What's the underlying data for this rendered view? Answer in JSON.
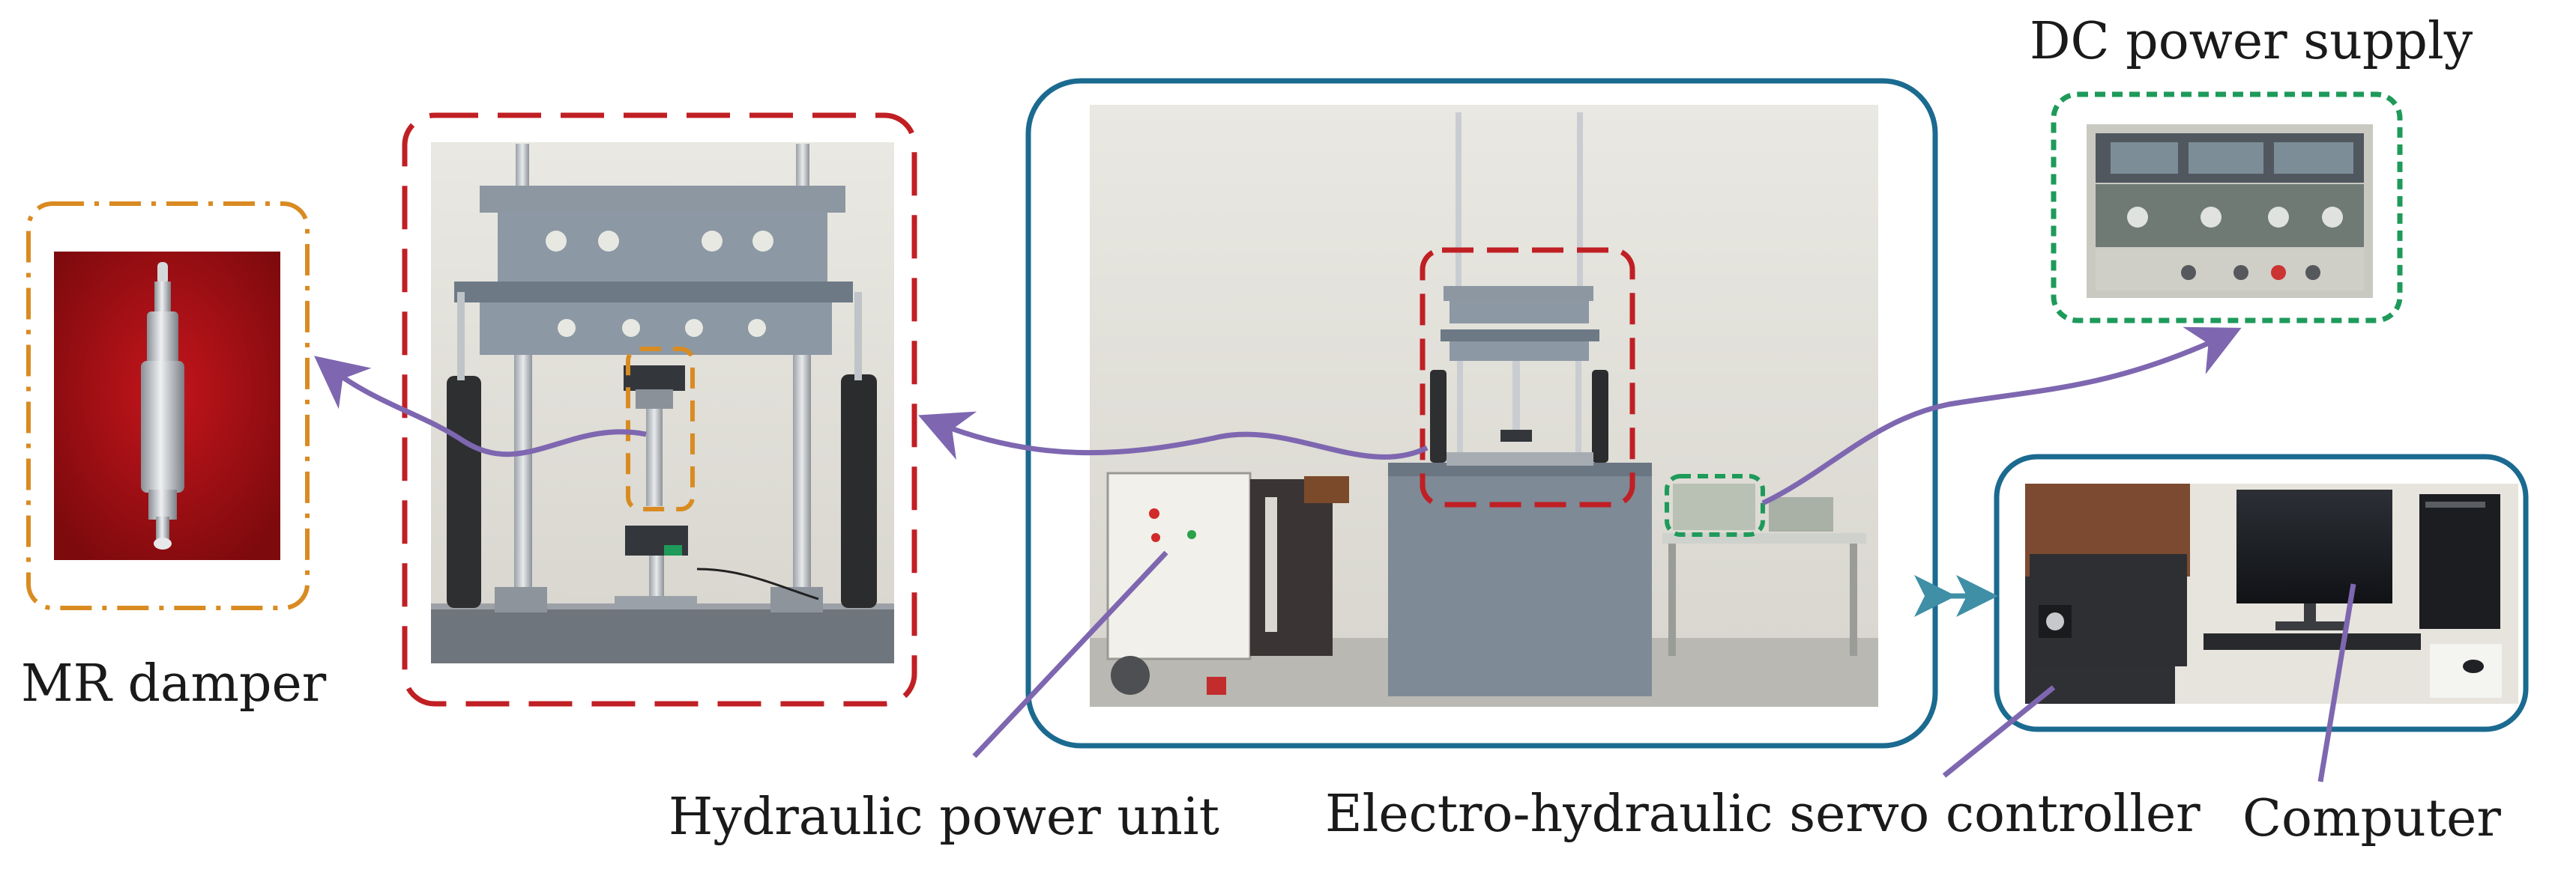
{
  "labels": {
    "mr_damper": "MR damper",
    "dc_power_supply": "DC power supply",
    "hydraulic_power_unit": "Hydraulic power unit",
    "servo_controller": "Electro-hydraulic servo controller",
    "computer": "Computer"
  },
  "colors": {
    "orange_frame": "#d98b22",
    "red_frame": "#c01f24",
    "blue_frame": "#1b6a90",
    "green_frame": "#1e9a5a",
    "purple_arrow": "#7e67b0",
    "teal_arrow": "#3f8fa6"
  }
}
